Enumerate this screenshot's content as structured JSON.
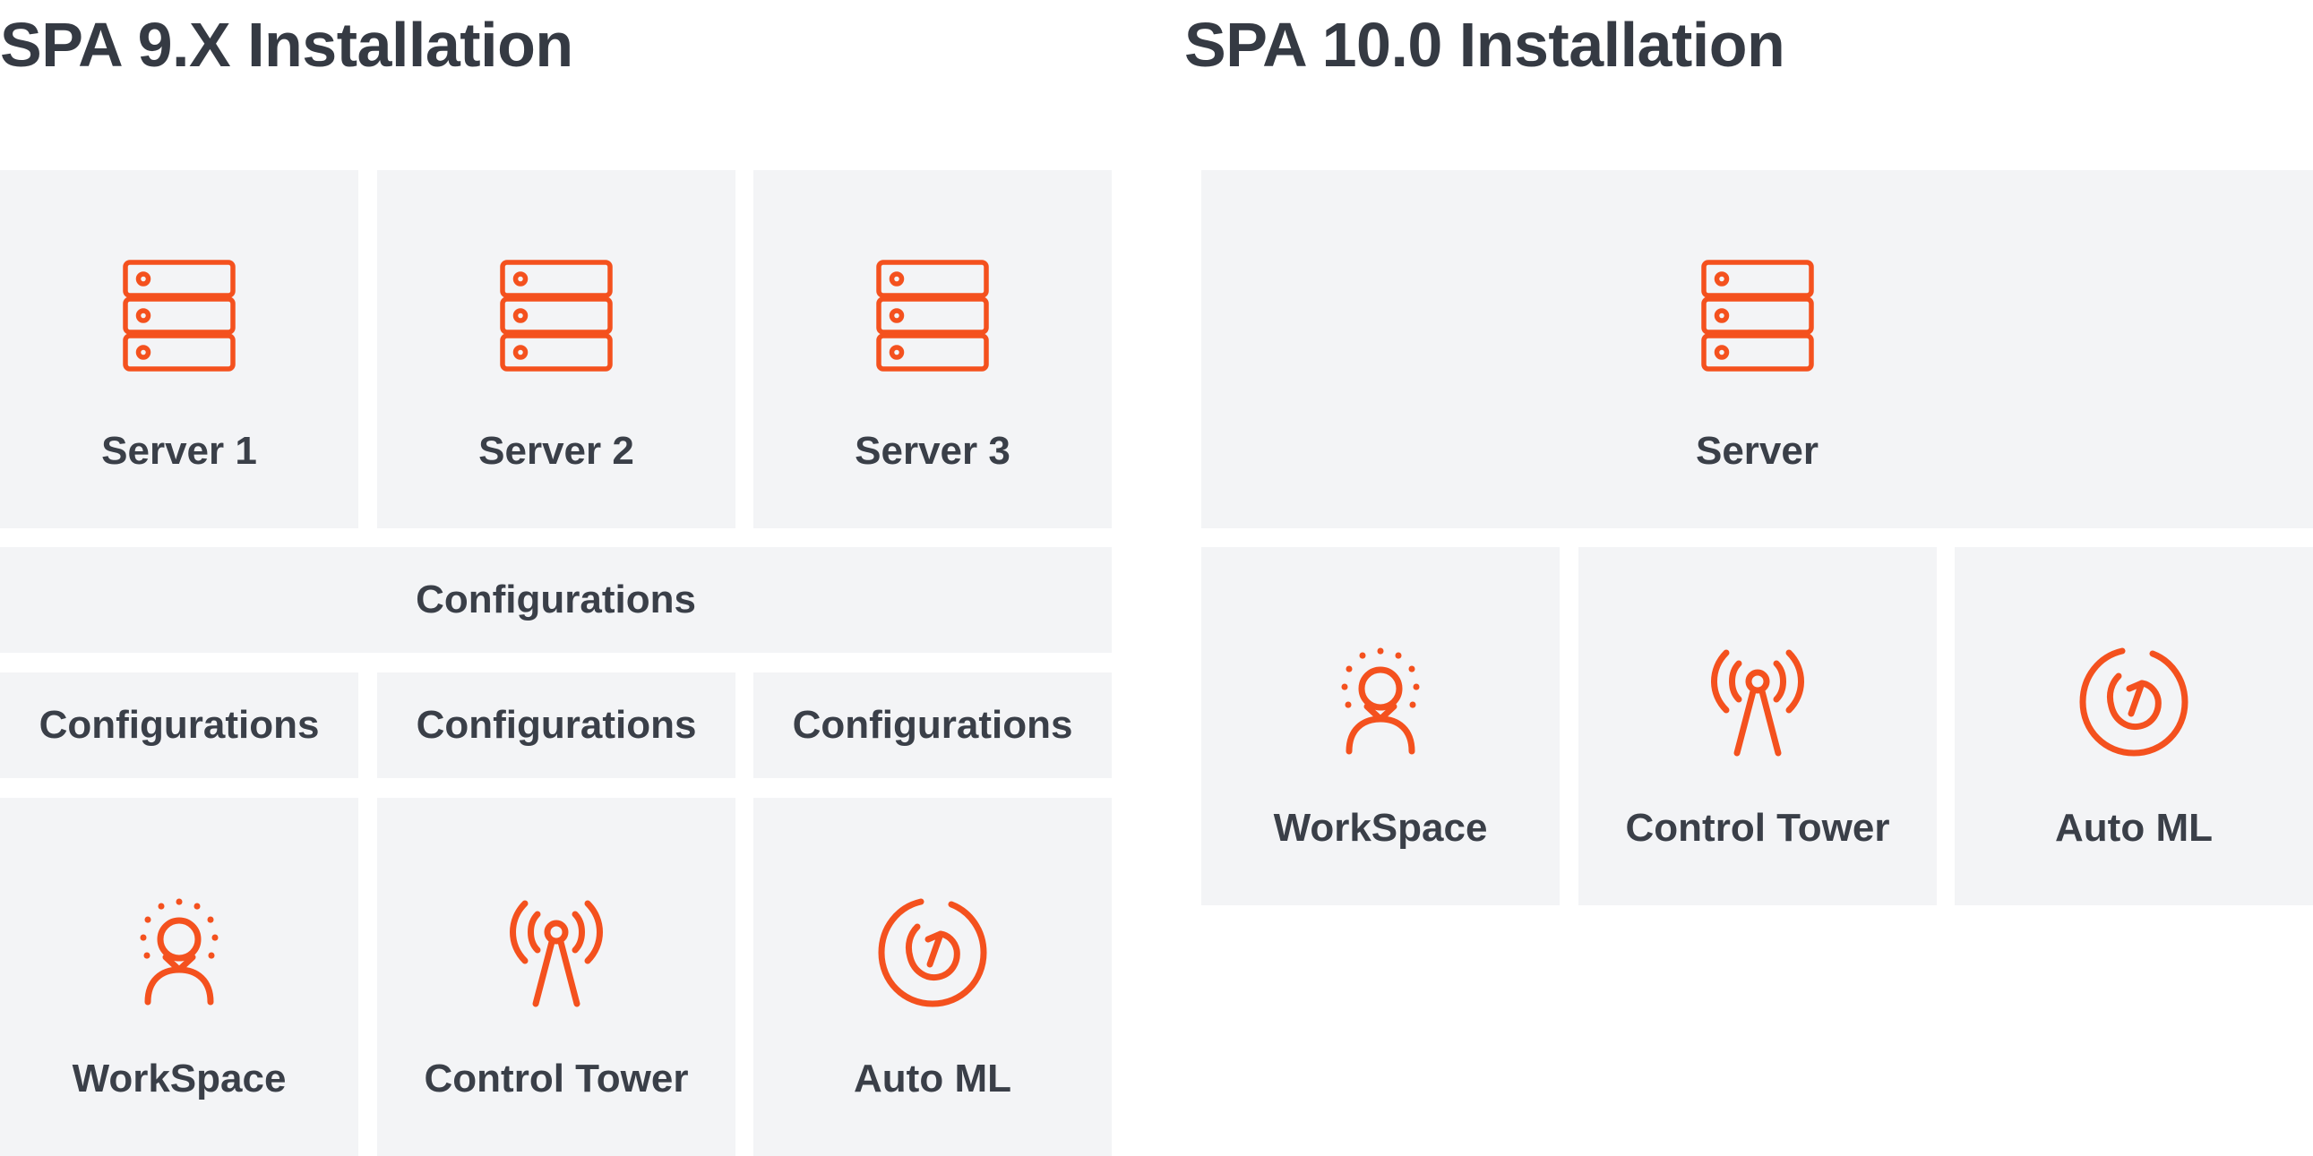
{
  "colors": {
    "accent": "#f4511e",
    "panel": "#f3f4f6",
    "text": "#3a3f48"
  },
  "left": {
    "title": "SPA 9.X Installation",
    "servers": [
      {
        "label": "Server 1",
        "icon": "server-icon"
      },
      {
        "label": "Server 2",
        "icon": "server-icon"
      },
      {
        "label": "Server 3",
        "icon": "server-icon"
      }
    ],
    "shared_config": "Configurations",
    "configs": [
      "Configurations",
      "Configurations",
      "Configurations"
    ],
    "apps": [
      {
        "label": "WorkSpace",
        "icon": "workspace-person-icon"
      },
      {
        "label": "Control Tower",
        "icon": "antenna-tower-icon"
      },
      {
        "label": "Auto ML",
        "icon": "refresh-cycle-icon"
      }
    ]
  },
  "right": {
    "title": "SPA 10.0 Installation",
    "server": {
      "label": "Server",
      "icon": "server-icon"
    },
    "apps": [
      {
        "label": "WorkSpace",
        "icon": "workspace-person-icon"
      },
      {
        "label": "Control Tower",
        "icon": "antenna-tower-icon"
      },
      {
        "label": "Auto ML",
        "icon": "refresh-cycle-icon"
      }
    ]
  }
}
